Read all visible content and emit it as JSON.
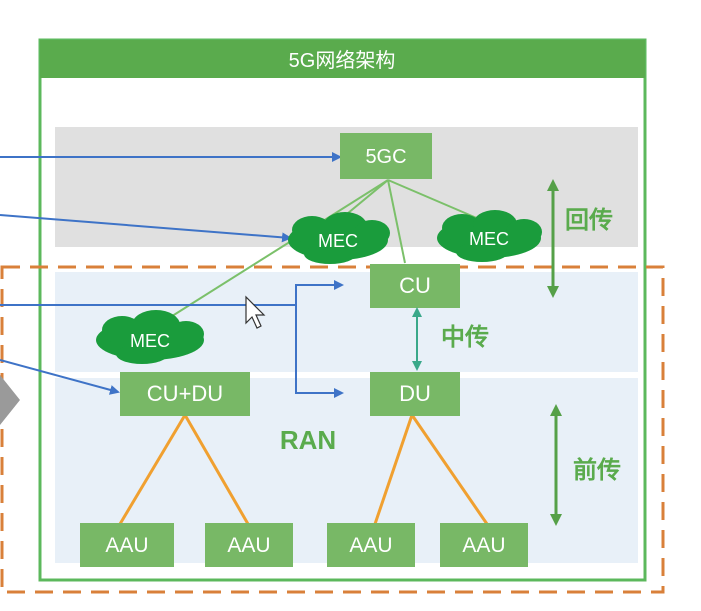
{
  "title": "5G网络架构",
  "nodes": {
    "core": "5GC",
    "mec_left": "MEC",
    "mec_mid": "MEC",
    "mec_right": "MEC",
    "cu": "CU",
    "du": "DU",
    "cudu": "CU+DU",
    "aau_1": "AAU",
    "aau_2": "AAU",
    "aau_3": "AAU",
    "aau_4": "AAU"
  },
  "labels": {
    "backhaul": "回传",
    "midhaul": "中传",
    "fronthaul": "前传",
    "ran": "RAN"
  },
  "colors": {
    "frame_green": "#5cb85c",
    "title_bar": "#5aab4d",
    "node_fill": "#78b866",
    "cloud_fill": "#1a9c3c",
    "core_band": "#e0e0e0",
    "ran_band": "#e8f0f8",
    "arrow_blue": "#3e73c7",
    "link_orange": "#f0a030",
    "link_green": "#7bc06a",
    "haul_arrow": "#55a048",
    "ran_dash": "#d9803a"
  }
}
